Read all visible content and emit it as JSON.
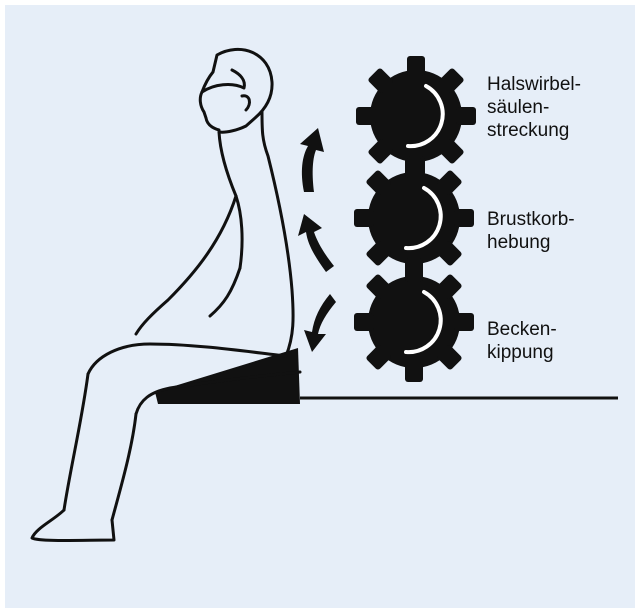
{
  "labels": {
    "cervical": [
      "Halswirbel-",
      "säulen-",
      "streckung"
    ],
    "thorax": [
      "Brustkorb-",
      "hebung"
    ],
    "pelvis": [
      "Becken-",
      "kippung"
    ]
  },
  "colors": {
    "background": "#e6eef8",
    "ink": "#111111"
  },
  "icons": {
    "gear": "gear-icon",
    "arrow": "curved-arrow-icon"
  }
}
